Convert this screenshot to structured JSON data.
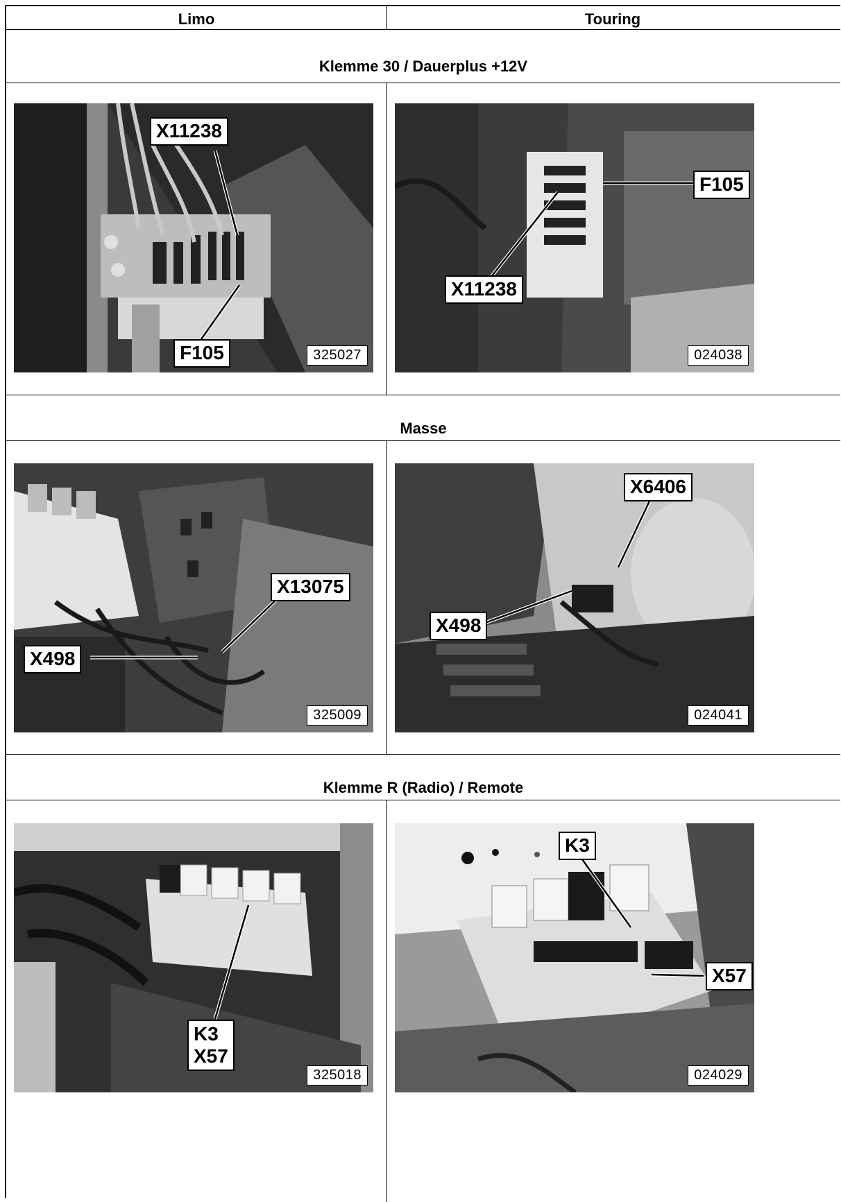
{
  "columns": {
    "limo": "Limo",
    "touring": "Touring"
  },
  "sections": [
    {
      "title": "Klemme 30 / Dauerplus +12V",
      "limo": {
        "photo_id": "325027",
        "callouts": [
          "X11238",
          "F105"
        ]
      },
      "touring": {
        "photo_id": "024038",
        "callouts": [
          "F105",
          "X11238"
        ]
      }
    },
    {
      "title": "Masse",
      "limo": {
        "photo_id": "325009",
        "callouts": [
          "X13075",
          "X498"
        ]
      },
      "touring": {
        "photo_id": "024041",
        "callouts": [
          "X6406",
          "X498"
        ]
      }
    },
    {
      "title": "Klemme R (Radio) / Remote",
      "limo": {
        "photo_id": "325018",
        "callouts": [
          "K3\nX57"
        ]
      },
      "touring": {
        "photo_id": "024029",
        "callouts": [
          "K3",
          "X57"
        ]
      }
    }
  ]
}
